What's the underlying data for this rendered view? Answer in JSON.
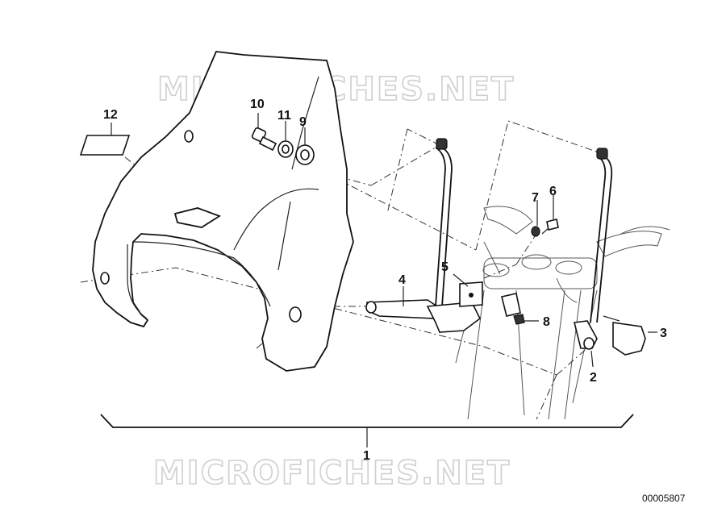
{
  "watermark": "MICROFICHES.NET",
  "part_numbers": {
    "p1": "1",
    "p2": "2",
    "p3": "3",
    "p4": "4",
    "p5": "5",
    "p6": "6",
    "p7": "7",
    "p8": "8",
    "p9": "9",
    "p10": "10",
    "p11": "11",
    "p12": "12"
  },
  "document_id": "00005807"
}
